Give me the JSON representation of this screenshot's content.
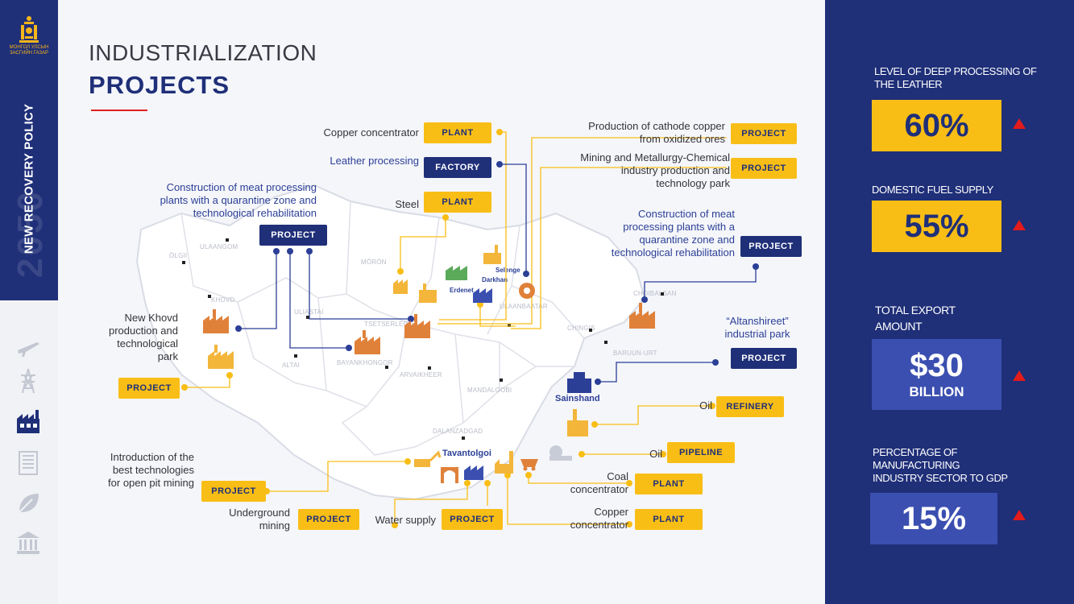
{
  "sidebar": {
    "logo_text_line1": "МОНГОЛ УЛСЫН",
    "logo_text_line2": "ЗАСГИЙН ГАЗАР",
    "vertical_title": "NEW RECOVERY POLICY",
    "vertical_year": "2050",
    "icons": [
      "airplane-icon",
      "power-tower-icon",
      "factory-icon",
      "building-icon",
      "leaf-icon",
      "bank-icon"
    ]
  },
  "header": {
    "title_line1": "INDUSTRIALIZATION",
    "title_line2": "PROJECTS"
  },
  "annotations": {
    "copper_concentrator_top": "Copper concentrator",
    "leather_processing": "Leather processing",
    "steel": "Steel",
    "meat_west_1": "Construction of meat processing",
    "meat_west_2": "plants with a quarantine zone and",
    "meat_west_3": "technological rehabilitation",
    "cathode_1": "Production of cathode copper",
    "cathode_2": "from oxidized ores",
    "mining_1": "Mining and Metallurgy-Chemical",
    "mining_2": "industry production and",
    "mining_3": "technology park",
    "meat_east_1": "Construction of meat",
    "meat_east_2": "processing plants with a",
    "meat_east_3": "quarantine zone and",
    "meat_east_4": "technological rehabilitation",
    "khovd_1": "New Khovd",
    "khovd_2": "production and",
    "khovd_3": "technological",
    "khovd_4": "park",
    "altan_1": "“Altanshireet”",
    "altan_2": "industrial park",
    "oil_refinery": "Oil",
    "oil_pipeline": "Oil",
    "coal_1": "Coal",
    "coal_2": "concentrator",
    "copper_bottom_1": "Copper",
    "copper_bottom_2": "concentrator",
    "open_pit_1": "Introduction of the",
    "open_pit_2": "best technologies",
    "open_pit_3": "for open pit mining",
    "underground_1": "Underground",
    "underground_2": "mining",
    "water_supply": "Water supply"
  },
  "badges": {
    "plant": "PLANT",
    "factory": "FACTORY",
    "project": "PROJECT",
    "refinery": "REFINERY",
    "pipeline": "PIPELINE"
  },
  "cities": {
    "ulaangom": "ULAANGOM",
    "olgii": "ÖLGII",
    "khovd": "KHOVD",
    "uliastai": "ULIASTAI",
    "moron": "MÖRÖN",
    "altai": "ALTAI",
    "tsetserleg": "TSETSERLEG",
    "bayankhongor": "BAYANKHONGOR",
    "arvaikheer": "ARVAIKHEER",
    "mandalgobi": "MANDALGOBI",
    "dalanzadgad": "DALANZADGAD",
    "ulaanbaatar": "ULAANBAATAR",
    "chinggis": "CHINGIS",
    "choibalsan": "CHOIBALSAN",
    "baruun_urt": "BARUUN-URT",
    "erdenet": "Erdenet",
    "darkhan": "Darkhan",
    "selenge": "Selenge",
    "sainshand": "Sainshand",
    "tavantolgoi": "Tavantolgoi"
  },
  "stats": [
    {
      "label_line1": "LEVEL OF DEEP PROCESSING OF",
      "label_line2": "THE LEATHER",
      "value": "60%",
      "trend": "up"
    },
    {
      "label_line1": "DOMESTIC FUEL SUPPLY",
      "label_line2": "",
      "value": "55%",
      "trend": "up"
    },
    {
      "label_line1": "TOTAL EXPORT",
      "label_line2": "AMOUNT",
      "value": "$30",
      "value_sub": "BILLION",
      "trend": "up"
    },
    {
      "label_line1": "PERCENTAGE OF",
      "label_line2": "MANUFACTURING",
      "label_line3": "INDUSTRY SECTOR TO GDP",
      "value": "15%",
      "trend": "up"
    }
  ],
  "colors": {
    "navy": "#1f2f78",
    "yellow": "#f9be16",
    "orange": "#e0813a",
    "red_trend": "#e21b1b",
    "stat_blue": "#3b4fb0"
  }
}
